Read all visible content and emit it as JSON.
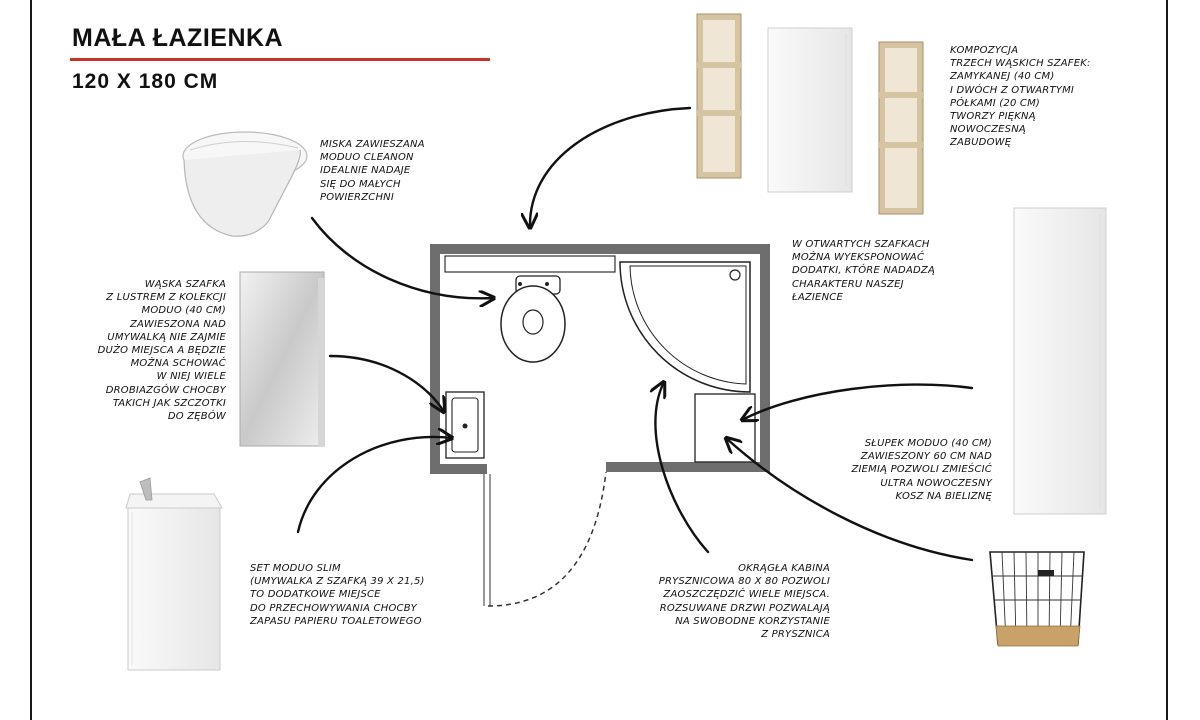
{
  "heading": {
    "title": "MAŁA ŁAZIENKA",
    "subtitle": "120 X 180 CM",
    "accent_color": "#c8322b"
  },
  "notes": {
    "cabinets_composition": [
      "KOMPOZYCJA",
      "TRZECH WĄSKICH SZAFEK:",
      "ZAMYKANEJ (40 CM)",
      "I DWÓCH Z OTWARTYMI",
      "PÓŁKAMI  (20 CM)",
      "TWORZY PIĘKNĄ",
      "NOWOCZESNĄ",
      "ZABUDOWĘ"
    ],
    "toilet": [
      "MISKA ZAWIESZANA",
      "MODUO CLEANON",
      "IDEALNIE NADAJE",
      "SIĘ DO MAŁYCH",
      "POWIERZCHNI"
    ],
    "open_shelves": [
      "W OTWARTYCH SZAFKACH",
      "MOŻNA WYEKSPONOWAĆ",
      "DODATKI, KTÓRE NADADZĄ",
      "CHARAKTERU NASZEJ",
      "ŁAZIENCE"
    ],
    "mirror_cabinet": [
      "WĄSKA SZAFKA",
      "Z LUSTREM Z KOLEKCJI",
      "MODUO (40 CM)",
      "ZAWIESZONA NAD",
      "UMYWALKĄ NIE ZAJMIE",
      "DUŻO MIEJSCA A BĘDZIE",
      "MOŻNA SCHOWAĆ",
      "W NIEJ WIELE",
      "DROBIAZGÓW CHOCBY",
      "TAKICH JAK SZCZOTKI",
      "DO ZĘBÓW"
    ],
    "column_cabinet": [
      "SŁUPEK MODUO (40 CM)",
      "ZAWIESZONY 60 CM NAD",
      "ZIEMIĄ POZWOLI ZMIEŚCIĆ",
      "ULTRA NOWOCZESNY",
      "KOSZ NA BIELIZNĘ"
    ],
    "basin_set": [
      "SET MODUO SLIM",
      "(UMYWALKA Z SZAFKĄ 39 x 21,5)",
      "TO DODATKOWE MIEJSCE",
      "DO PRZECHOWYWANIA CHOCBY",
      "ZAPASU PAPIERU TOALETOWEGO"
    ],
    "shower": [
      "OKRĄGŁA KABINA",
      "PRYSZNICOWA 80 X 80 POZWOLI",
      "ZAOSZCZĘDZIĆ WIELE MIEJSCA.",
      "ROZSUWANE DRZWI POZWALAJĄ",
      "NA SWOBODNE KORZYSTANIE",
      "Z PRYSZNICA"
    ]
  },
  "colors": {
    "wall": "#6e6e6e",
    "wood": "#d6c3a2",
    "white_unit": "#f4f4f4",
    "outline": "#111111"
  }
}
